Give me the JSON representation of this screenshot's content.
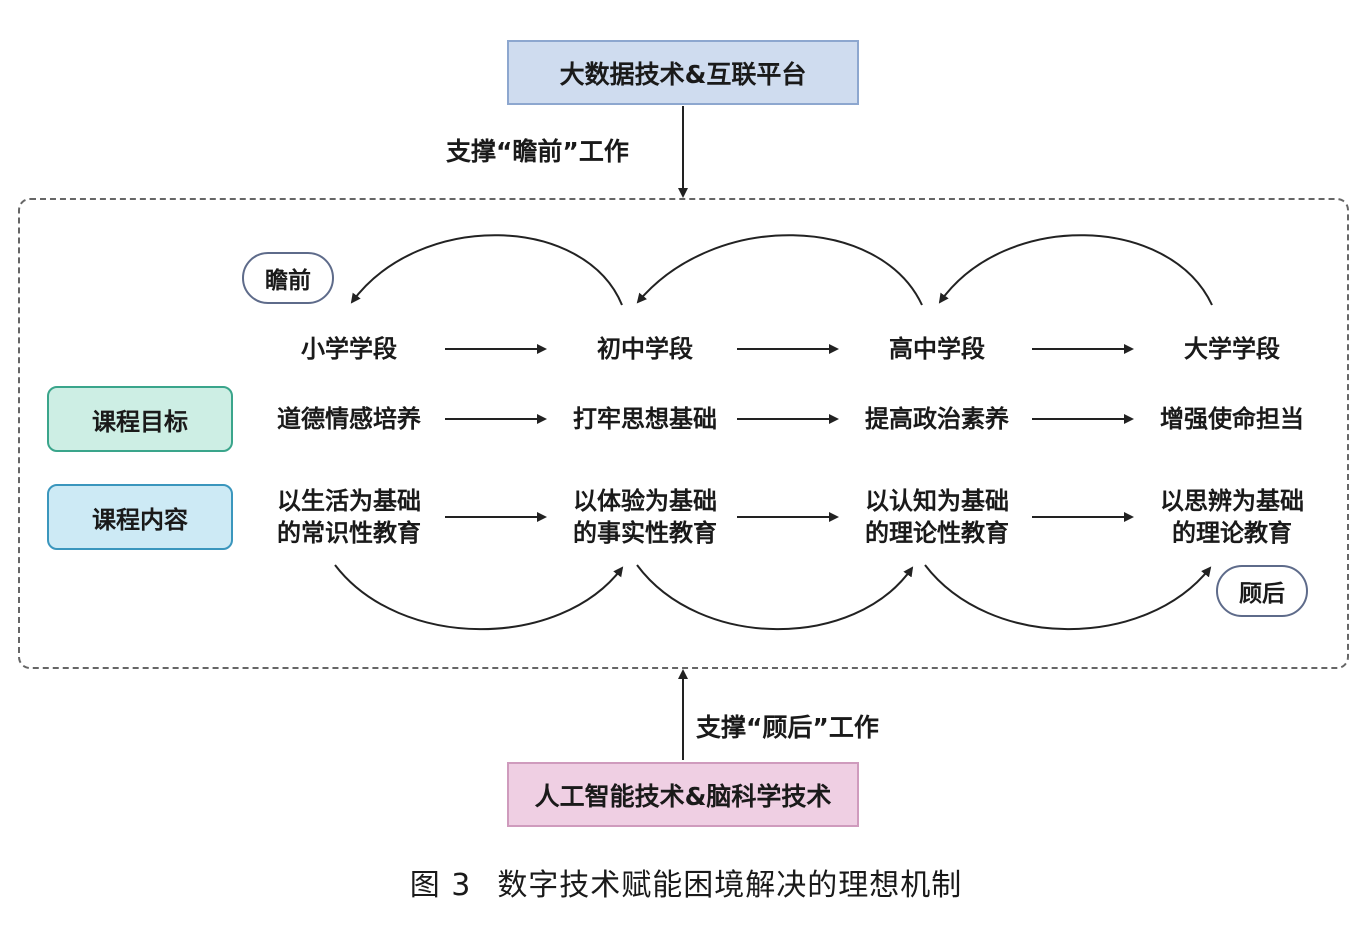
{
  "top_box": {
    "label": "大数据技术&互联平台"
  },
  "top_support": {
    "label": "支撑“瞻前”工作"
  },
  "bottom_box": {
    "label": "人工智能技术&脑科学技术"
  },
  "bottom_support": {
    "label": "支撑“顾后”工作"
  },
  "forward_oval": {
    "label": "瞻前"
  },
  "backward_oval": {
    "label": "顾后"
  },
  "row_tags": {
    "goal": "课程目标",
    "content": "课程内容"
  },
  "stages": [
    "小学学段",
    "初中学段",
    "高中学段",
    "大学学段"
  ],
  "goals": [
    "道德情感培养",
    "打牢思想基础",
    "提高政治素养",
    "增强使命担当"
  ],
  "contents": [
    {
      "line1": "以生活为基础",
      "line2": "的常识性教育"
    },
    {
      "line1": "以体验为基础",
      "line2": "的事实性教育"
    },
    {
      "line1": "以认知为基础",
      "line2": "的理论性教育"
    },
    {
      "line1": "以思辨为基础",
      "line2": "的理论教育"
    }
  ],
  "caption": {
    "number": "图 3",
    "title": "数字技术赋能困境解决的理想机制"
  }
}
